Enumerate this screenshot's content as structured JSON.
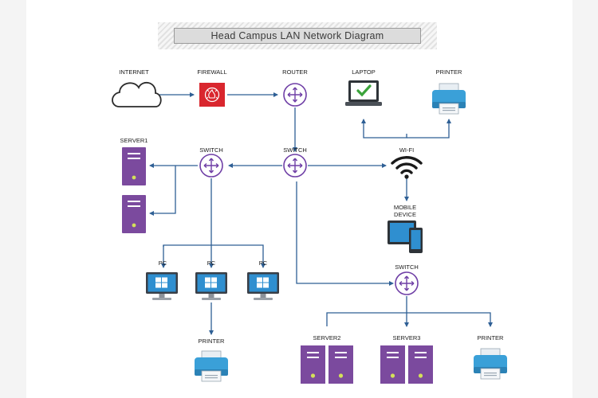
{
  "title": "Head Campus LAN Network Diagram",
  "labels": {
    "internet": "INTERNET",
    "firewall": "FIREWALL",
    "router": "ROUTER",
    "laptop": "LAPTOP",
    "printer_top": "PRINTER",
    "server1": "SERVER1",
    "switch_left": "SWITCH",
    "switch_center": "SWITCH",
    "wifi": "WI-FI",
    "mobile_device_line1": "MOBILE",
    "mobile_device_line2": "DEVICE",
    "pc1": "PC",
    "pc2": "PC",
    "pc3": "PC",
    "switch_bottom": "SWITCH",
    "printer_left": "PRINTER",
    "server2": "SERVER2",
    "server3": "SERVER3",
    "printer_right": "PRINTER"
  },
  "colors": {
    "connector": "#2e5f95",
    "switch_purple": "#6f3fa6",
    "server_purple": "#7b4a9e",
    "firewall_red": "#d9262e",
    "printer_blue": "#3aa0d8",
    "monitor_blue": "#2f8fd0"
  },
  "icons": [
    "cloud-icon",
    "firewall-icon",
    "router-icon",
    "switch-icon",
    "server-icon",
    "laptop-icon",
    "printer-icon",
    "wifi-icon",
    "mobile-device-icon",
    "pc-monitor-icon"
  ]
}
